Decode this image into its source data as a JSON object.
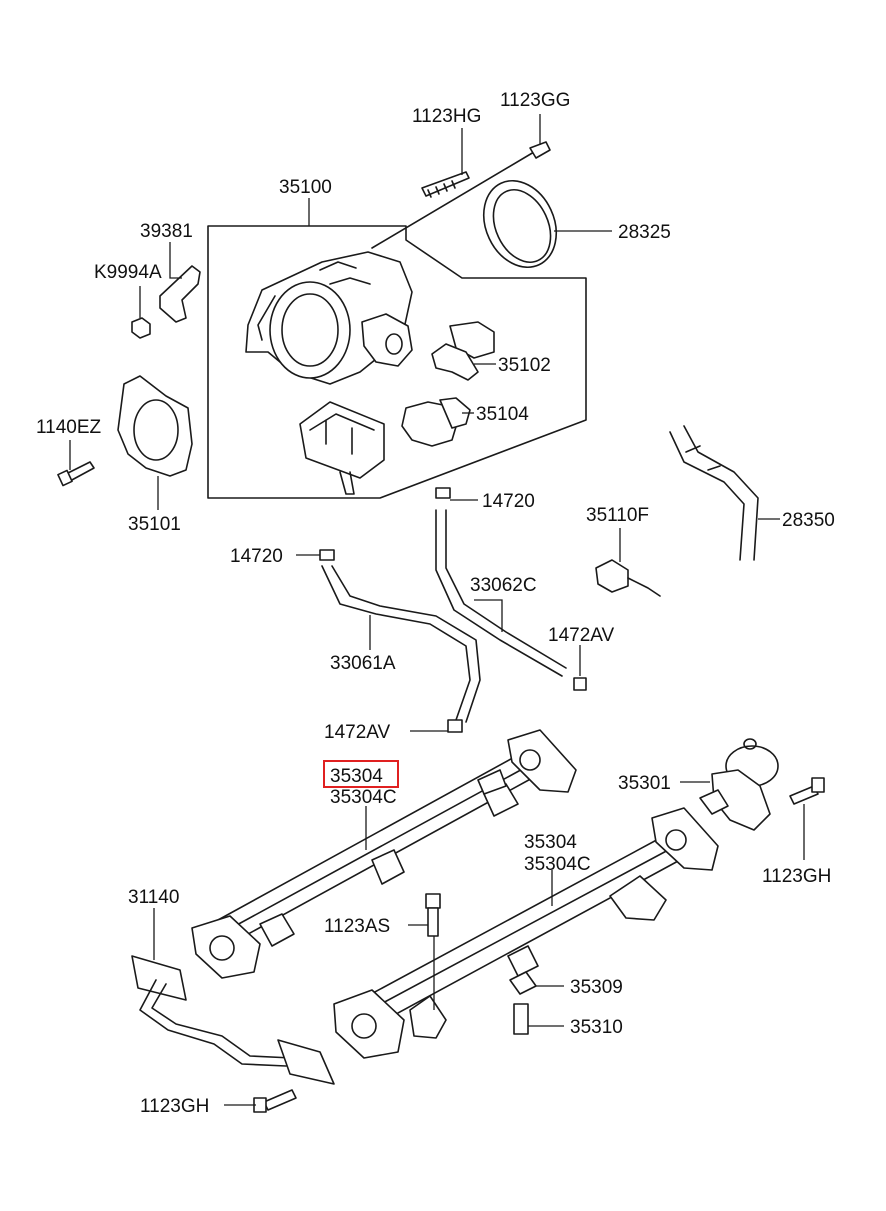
{
  "labels": {
    "l_1123HG": "1123HG",
    "l_1123GG": "1123GG",
    "l_35100": "35100",
    "l_28325": "28325",
    "l_39381": "39381",
    "l_K9994A": "K9994A",
    "l_35102": "35102",
    "l_1140EZ": "1140EZ",
    "l_35104": "35104",
    "l_35101": "35101",
    "l_14720a": "14720",
    "l_35110F": "35110F",
    "l_28350": "28350",
    "l_14720b": "14720",
    "l_33062C": "33062C",
    "l_1472AVa": "1472AV",
    "l_33061A": "33061A",
    "l_1472AVb": "1472AV",
    "l_35304a": "35304",
    "l_35304Ca": "35304C",
    "l_35301": "35301",
    "l_35304b": "35304",
    "l_35304Cb": "35304C",
    "l_1123GHa": "1123GH",
    "l_31140": "31140",
    "l_1123AS": "1123AS",
    "l_35309": "35309",
    "l_35310": "35310",
    "l_1123GHb": "1123GH"
  },
  "colors": {
    "line": "#1a1a1a",
    "highlight": "#e02020",
    "background": "#ffffff"
  },
  "highlighted_part": "35304"
}
